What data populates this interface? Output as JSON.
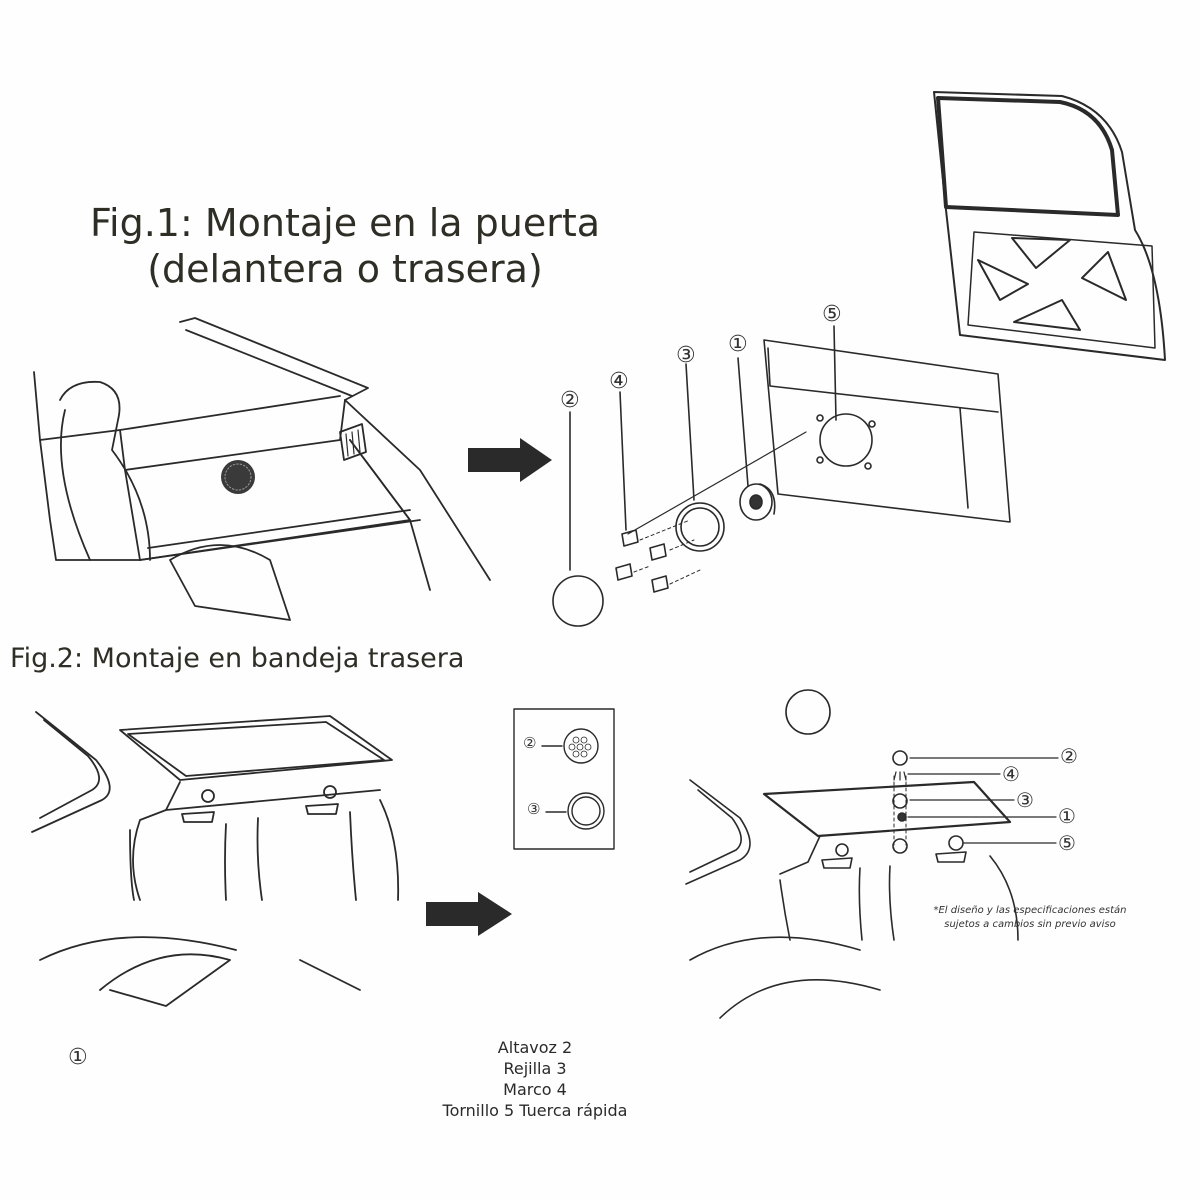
{
  "titles": {
    "fig1_line1": "Fig.1: Montaje en la puerta",
    "fig1_line2": "(delantera o trasera)",
    "fig2": "Fig.2: Montaje en bandeja trasera"
  },
  "note": {
    "line1": "*El diseño y las especificaciones están",
    "line2": "sujetos a cambios sin previo aviso"
  },
  "callouts": {
    "n1": "①",
    "n2": "②",
    "n3": "③",
    "n4": "④",
    "n5": "⑤"
  },
  "bottom_marker": "①",
  "legend": [
    "Altavoz 2",
    "Rejilla 3",
    "Marco 4",
    "Tornillo 5 Tuerca rápida"
  ]
}
